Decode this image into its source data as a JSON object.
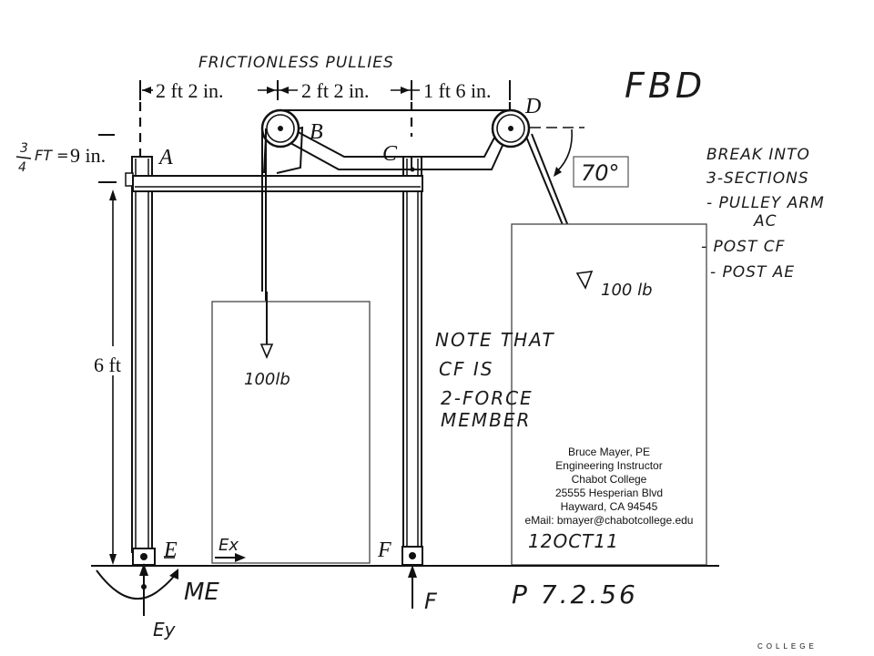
{
  "heading": "FRICTIONLESS PULLIES",
  "fbd_label": "FBD",
  "dims": {
    "ab": "2 ft 2 in.",
    "bc": "2 ft 2 in.",
    "cd": "1 ft 6 in.",
    "vertical": "9 in.",
    "vertical_hand": "FT =",
    "frac_num": "3",
    "frac_den": "4",
    "height": "6 ft"
  },
  "points": {
    "A": "A",
    "B": "B",
    "C": "C",
    "D": "D",
    "E": "E",
    "F": "F"
  },
  "angle": "70°",
  "loads": {
    "left": "100lb",
    "right": "100 lb"
  },
  "note_lines": [
    "NOTE THAT",
    "CF IS",
    "2-FORCE",
    "MEMBER"
  ],
  "break_lines": [
    "BREAK INTO",
    "3-SECTIONS",
    "- PULLEY ARM",
    "AC",
    "- POST CF",
    "- POST AE"
  ],
  "reactions": {
    "ex": "Ex",
    "ey": "Ey",
    "me": "ME",
    "f": "F"
  },
  "problem": "P 7.2.56",
  "card": {
    "lines": [
      "Bruce Mayer, PE",
      "Engineering Instructor",
      "Chabot College",
      "25555 Hesperian Blvd",
      "Hayward, CA  94545",
      "eMail:  bmayer@chabotcollege.edu"
    ],
    "date": "12OCT11"
  },
  "footer": "COLLEGE"
}
